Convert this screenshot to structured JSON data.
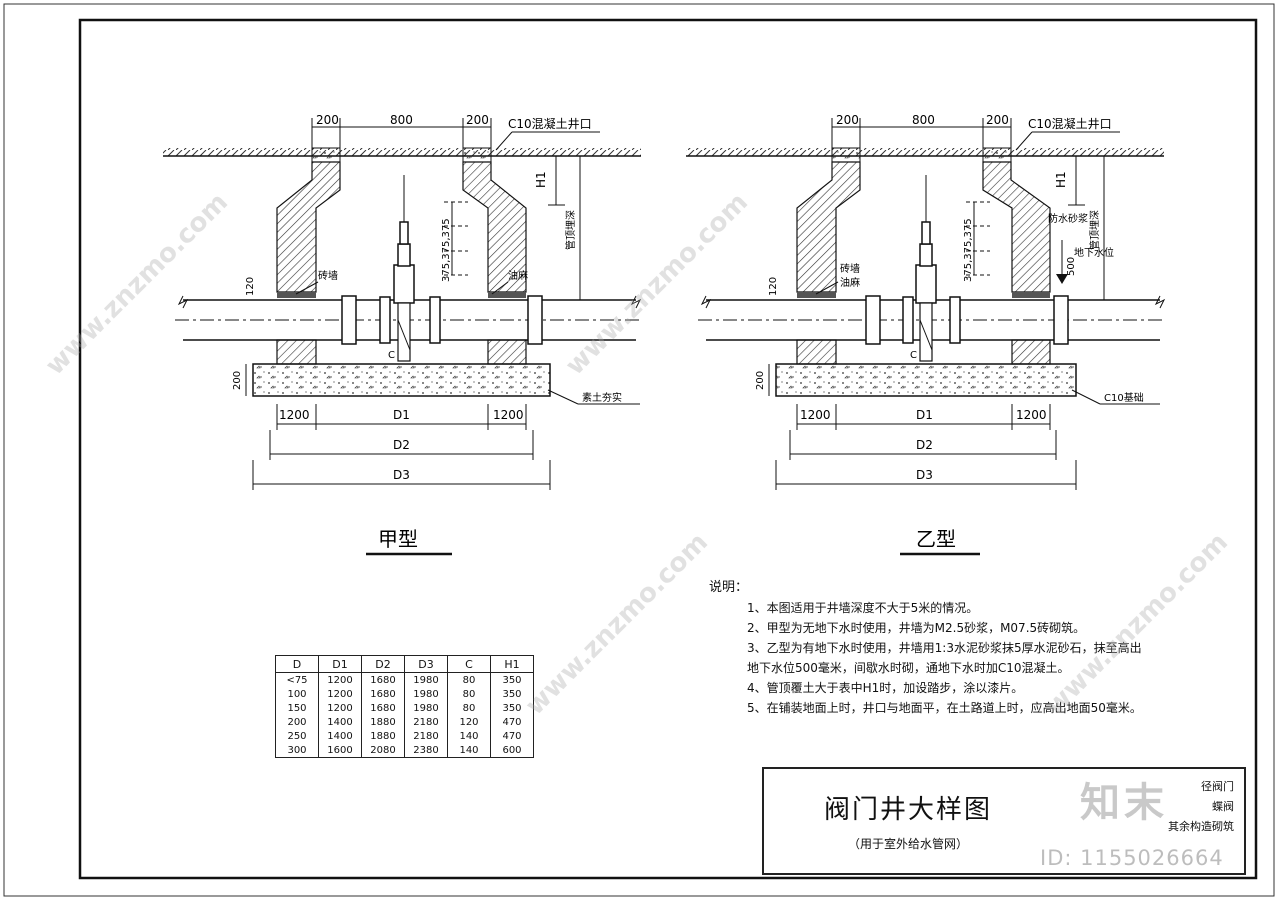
{
  "drawing": {
    "title": "阀门井大样图",
    "subtitle": "（用于室外给水管网）",
    "title_block_lines": [
      "径阀门",
      "蝶阀",
      "其余构造砌筑"
    ]
  },
  "views": {
    "type_a": {
      "caption": "甲型",
      "dim_top_left": "200",
      "dim_top_mid": "800",
      "dim_top_right": "200",
      "callout_top": "C10混凝土井口",
      "callout_left": "砖墙",
      "callout_right": "油麻",
      "callout_bottom": "素土夯实",
      "dim_h1": "H1",
      "dim_depth": "管顶埋深",
      "dim_step": "375,375,375",
      "dim_slab": "120",
      "dim_base": "200",
      "dim_bottom_left": "1200",
      "dim_bottom_right": "1200",
      "dim_d1": "D1",
      "dim_d2": "D2",
      "dim_d3": "D3",
      "mark_c": "C"
    },
    "type_b": {
      "caption": "乙型",
      "dim_top_left": "200",
      "dim_top_mid": "800",
      "dim_top_right": "200",
      "callout_top": "C10混凝土井口",
      "callout_left": "砖墙",
      "callout_left2": "油麻",
      "callout_right": "防水砂浆",
      "callout_right2": "地下水位",
      "callout_bottom": "C10基础",
      "dim_h1": "H1",
      "dim_depth": "管顶埋深",
      "dim_step": "375,375,375",
      "dim_slab": "120",
      "dim_base": "200",
      "dim_water": "500",
      "dim_bottom_left": "1200",
      "dim_bottom_right": "1200",
      "dim_d1": "D1",
      "dim_d2": "D2",
      "dim_d3": "D3",
      "mark_c": "C"
    }
  },
  "table": {
    "headers": [
      "D",
      "D1",
      "D2",
      "D3",
      "C",
      "H1"
    ],
    "rows": [
      [
        "<75",
        "1200",
        "1680",
        "1980",
        "80",
        "350"
      ],
      [
        "100",
        "1200",
        "1680",
        "1980",
        "80",
        "350"
      ],
      [
        "150",
        "1200",
        "1680",
        "1980",
        "80",
        "350"
      ],
      [
        "200",
        "1400",
        "1880",
        "2180",
        "120",
        "470"
      ],
      [
        "250",
        "1400",
        "1880",
        "2180",
        "140",
        "470"
      ],
      [
        "300",
        "1600",
        "2080",
        "2380",
        "140",
        "600"
      ]
    ]
  },
  "notes": {
    "heading": "说明：",
    "items": [
      "1、本图适用于井墙深度不大于5米的情况。",
      "2、甲型为无地下水时使用，井墙为M2.5砂浆，M07.5砖砌筑。",
      "3、乙型为有地下水时使用，井墙用1:3水泥砂浆抹5厚水泥砂石，抹至高出地下水位500毫米，间歇水时砌，通地下水时加C10混凝土。",
      "4、管顶覆土大于表中H1时，加设踏步，涂以漆片。",
      "5、在铺装地面上时，井口与地面平，在土路道上时，应高出地面50毫米。"
    ]
  },
  "watermark": {
    "logo": "知末",
    "id": "ID: 1155026664",
    "site": "www.znzmo.com"
  }
}
